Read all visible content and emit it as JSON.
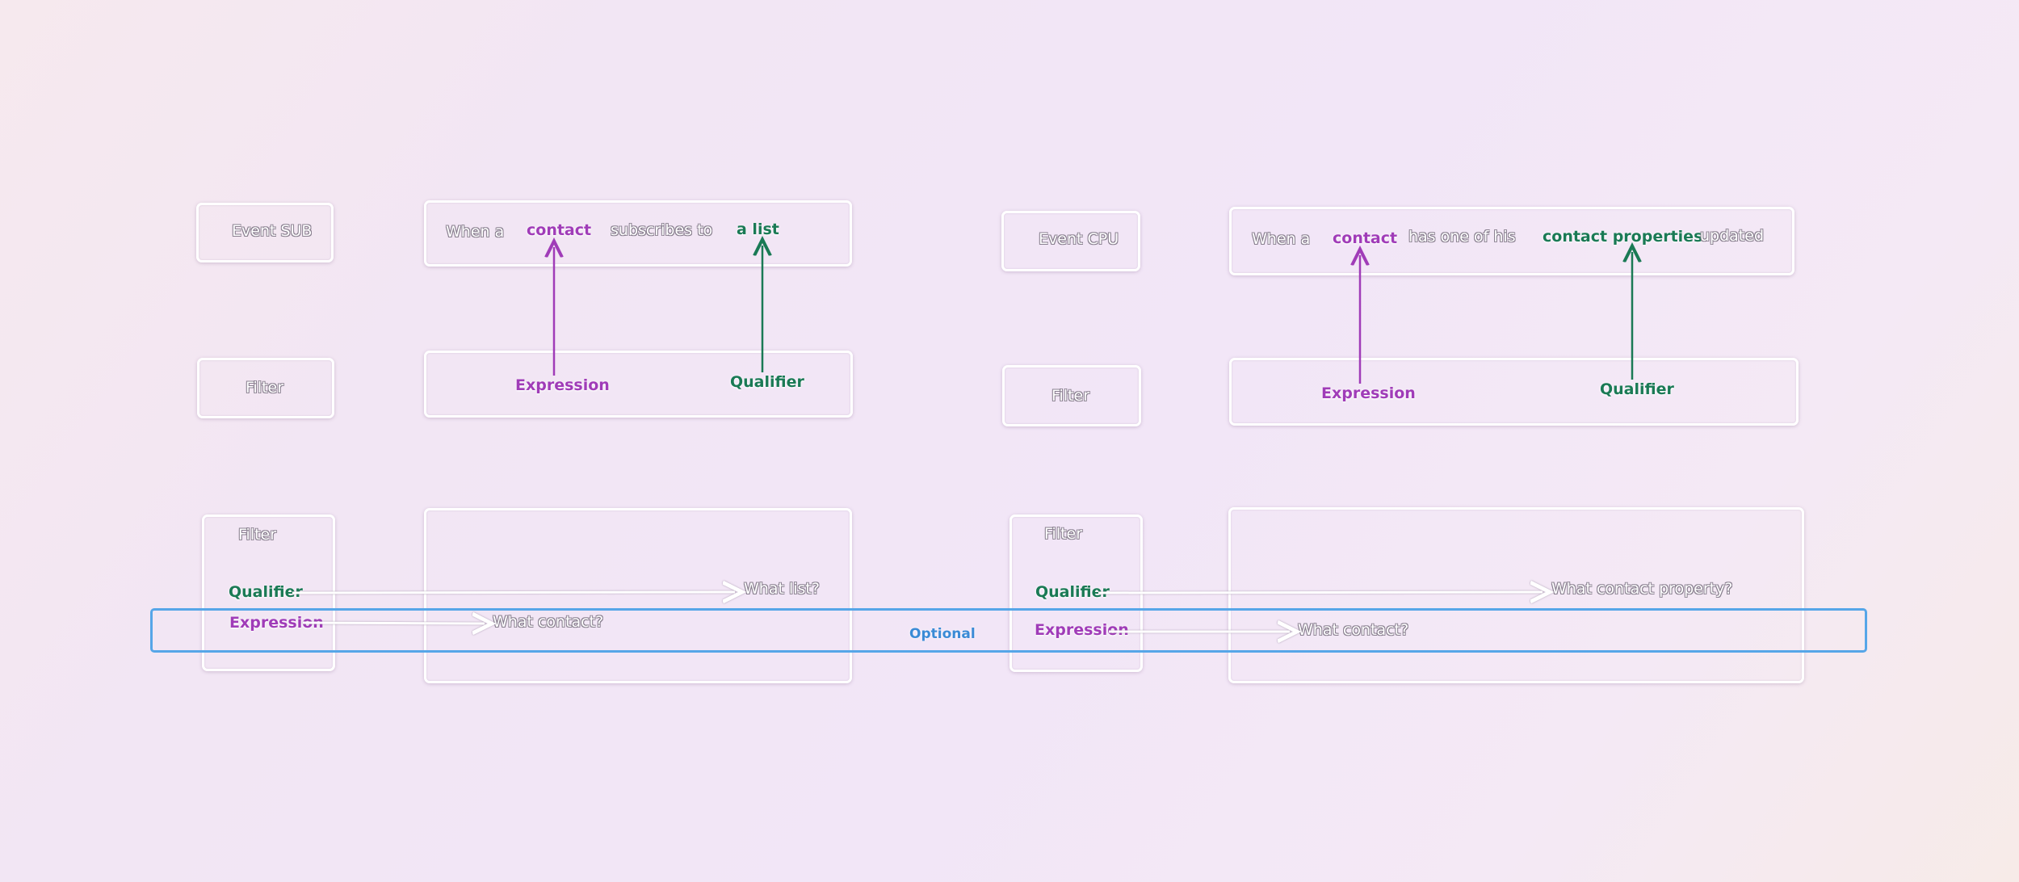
{
  "left": {
    "event_label": "Event SUB",
    "sentence": {
      "when_a": "When a",
      "contact": "contact",
      "subscribes_to": "subscribes to",
      "a_list": "a list"
    },
    "filter_label": "Filter",
    "expression": "Expression",
    "qualifier": "Qualifier",
    "detail": {
      "filter_label": "Filter",
      "qualifier": "Qualifier",
      "expression": "Expression",
      "what_list": "What list?",
      "what_contact": "What contact?"
    }
  },
  "right": {
    "event_label": "Event CPU",
    "sentence": {
      "when_a": "When a",
      "contact": "contact",
      "has_one_of_his": "has one of his",
      "contact_properties": "contact properties",
      "updated": "updated"
    },
    "filter_label": "Filter",
    "expression": "Expression",
    "qualifier": "Qualifier",
    "detail": {
      "filter_label": "Filter",
      "qualifier": "Qualifier",
      "expression": "Expression",
      "what_contact_property": "What contact property?",
      "what_contact": "What contact?"
    }
  },
  "optional_label": "Optional",
  "colors": {
    "expression": "#a03cb8",
    "qualifier": "#1a7a55",
    "optional": "#3a8bd6",
    "box_border": "#ffffff"
  }
}
